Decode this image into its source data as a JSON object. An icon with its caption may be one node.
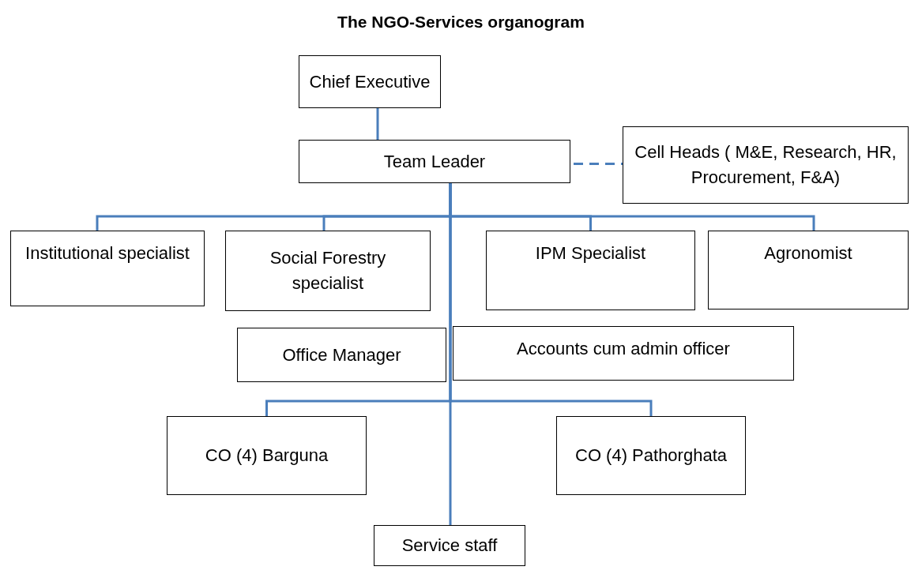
{
  "diagram": {
    "title": "The NGO-Services organogram",
    "nodes": [
      {
        "text": [
          "Chief Executive"
        ]
      },
      {
        "text": [
          "Team Leader"
        ]
      },
      {
        "text": [
          "Cell Heads ( M&E, Research, HR, Procurement, F&A)"
        ]
      },
      {
        "text": [
          "Institutional specialist"
        ]
      },
      {
        "text": [
          "Social Forestry specialist"
        ]
      },
      {
        "text": [
          "IPM Specialist"
        ]
      },
      {
        "text": [
          "Agronomist"
        ]
      },
      {
        "text": [
          "Office Manager"
        ]
      },
      {
        "text": [
          "Accounts cum admin officer"
        ]
      },
      {
        "text": [
          "CO (4) Barguna"
        ]
      },
      {
        "text": [
          "CO (4) Pathorghata"
        ]
      },
      {
        "text": [
          "Service staff"
        ]
      }
    ],
    "edges": [
      {
        "from": 0,
        "to": 1,
        "arrow": "none"
      },
      {
        "from": 1,
        "to": 2,
        "arrow": "none",
        "style": "dashed"
      },
      {
        "from": 1,
        "to": 3,
        "arrow": "none"
      },
      {
        "from": 1,
        "to": 4,
        "arrow": "none"
      },
      {
        "from": 1,
        "to": 5,
        "arrow": "none"
      },
      {
        "from": 1,
        "to": 6,
        "arrow": "none"
      },
      {
        "from": 1,
        "to": 9,
        "arrow": "none"
      },
      {
        "from": 1,
        "to": 10,
        "arrow": "none"
      },
      {
        "from": 1,
        "to": 11,
        "arrow": "none"
      }
    ]
  }
}
